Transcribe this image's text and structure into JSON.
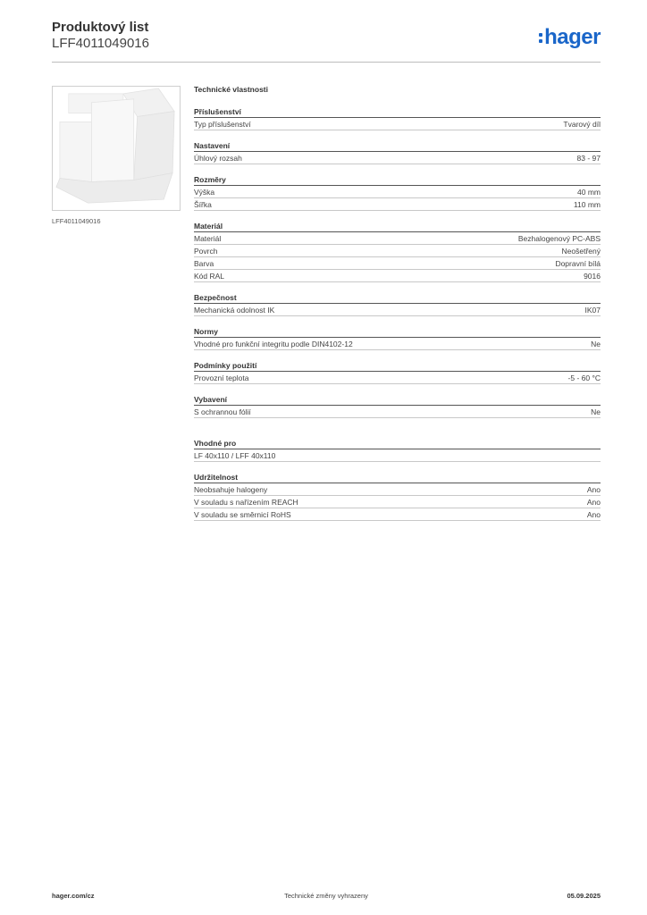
{
  "header": {
    "title": "Produktový list",
    "code": "LFF4011049016",
    "logo_text": "hager",
    "brand_color": "#1a66c9"
  },
  "image": {
    "caption": "LFF4011049016"
  },
  "specs": {
    "title": "Technické vlastnosti",
    "sections": [
      {
        "title": "Příslušenství",
        "rows": [
          {
            "label": "Typ příslušenství",
            "value": "Tvarový díl"
          }
        ]
      },
      {
        "title": "Nastavení",
        "rows": [
          {
            "label": "Úhlový rozsah",
            "value": "83 - 97"
          }
        ]
      },
      {
        "title": "Rozměry",
        "rows": [
          {
            "label": "Výška",
            "value": "40 mm"
          },
          {
            "label": "Šířka",
            "value": "110 mm"
          }
        ]
      },
      {
        "title": "Materiál",
        "rows": [
          {
            "label": "Materiál",
            "value": "Bezhalogenový PC-ABS"
          },
          {
            "label": "Povrch",
            "value": "Neošetřený"
          },
          {
            "label": "Barva",
            "value": "Dopravní bílá"
          },
          {
            "label": "Kód RAL",
            "value": "9016"
          }
        ]
      },
      {
        "title": "Bezpečnost",
        "rows": [
          {
            "label": "Mechanická odolnost IK",
            "value": "IK07"
          }
        ]
      },
      {
        "title": "Normy",
        "rows": [
          {
            "label": "Vhodné pro funkční integritu podle DIN4102-12",
            "value": "Ne"
          }
        ]
      },
      {
        "title": "Podmínky použití",
        "rows": [
          {
            "label": "Provozní teplota",
            "value": "-5 - 60 °C"
          }
        ]
      },
      {
        "title": "Vybavení",
        "rows": [
          {
            "label": "S ochrannou fólií",
            "value": "Ne"
          }
        ]
      },
      {
        "title": "Vhodné pro",
        "rows": [
          {
            "label": "LF 40x110 / LFF 40x110",
            "value": ""
          }
        ]
      },
      {
        "title": "Udržitelnost",
        "rows": [
          {
            "label": "Neobsahuje halogeny",
            "value": "Ano"
          },
          {
            "label": "V souladu s nařízením REACH",
            "value": "Ano"
          },
          {
            "label": "V souladu se směrnicí RoHS",
            "value": "Ano"
          }
        ]
      }
    ]
  },
  "footer": {
    "website": "hager.com/cz",
    "notice": "Technické změny vyhrazeny",
    "date": "05.09.2025"
  }
}
